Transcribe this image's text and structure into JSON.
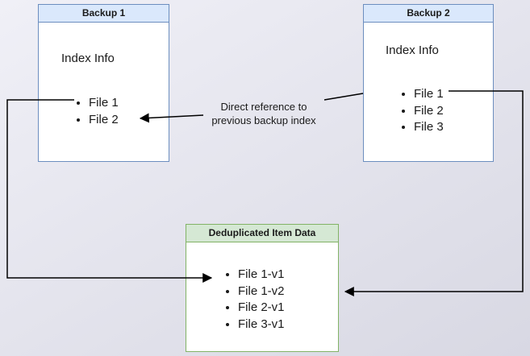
{
  "colors": {
    "bg_from": "#f0f0f7",
    "bg_to": "#d8d8e3",
    "backup_border": "#6c8ebf",
    "backup_header_fill": "#dae8fc",
    "dedup_border": "#82b366",
    "dedup_header_fill": "#d5e8d4",
    "arrow": "#000000",
    "text": "#1a1a1a"
  },
  "backup1": {
    "title": "Backup 1",
    "section_label": "Index Info",
    "files": [
      "File 1",
      "File 2"
    ]
  },
  "backup2": {
    "title": "Backup 2",
    "section_label": "Index Info",
    "files": [
      "File 1",
      "File 2",
      "File 3"
    ]
  },
  "dedup": {
    "title": "Deduplicated Item Data",
    "items": [
      "File 1-v1",
      "File 1-v2",
      "File 2-v1",
      "File 3-v1"
    ]
  },
  "annotation": {
    "line1": "Direct reference to",
    "line2": "previous backup index"
  }
}
